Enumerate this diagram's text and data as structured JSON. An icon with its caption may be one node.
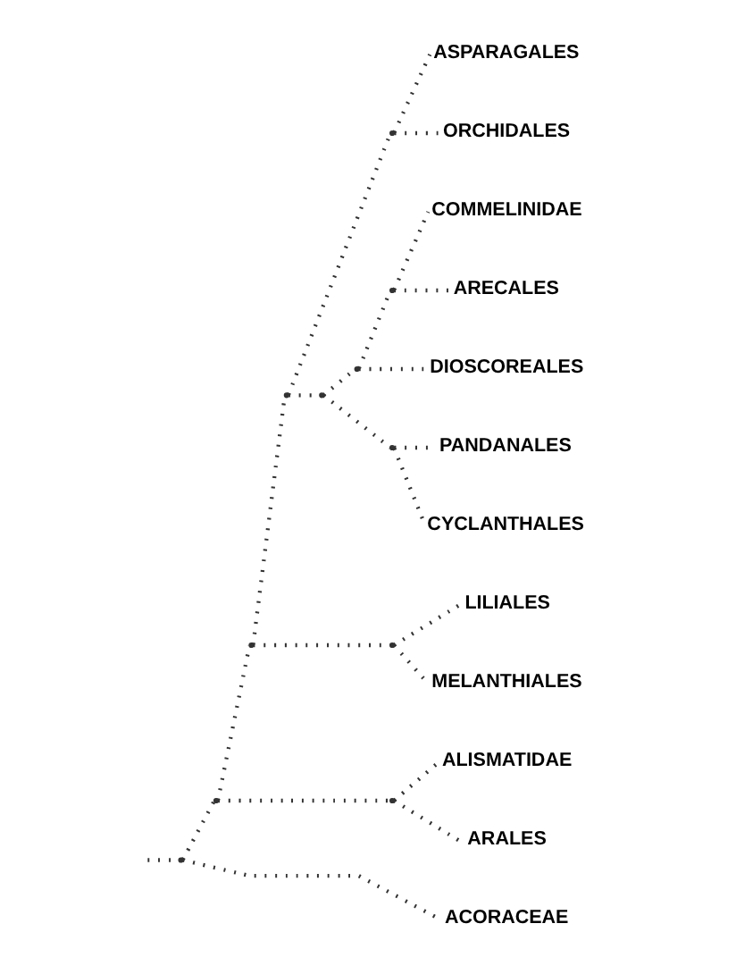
{
  "diagram": {
    "nodes": [
      {
        "text": [],
        "shape": "point"
      },
      {
        "text": [],
        "shape": "point"
      },
      {
        "text": [],
        "shape": "point"
      },
      {
        "text": [],
        "shape": "point"
      },
      {
        "text": [],
        "shape": "point"
      },
      {
        "text": [],
        "shape": "point"
      },
      {
        "text": [],
        "shape": "point"
      },
      {
        "text": [],
        "shape": "point"
      },
      {
        "text": [],
        "shape": "point"
      },
      {
        "text": [],
        "shape": "point"
      },
      {
        "text": [],
        "shape": "point"
      },
      {
        "text": [
          "ASPARAGALES"
        ]
      },
      {
        "text": [
          "ORCHIDALES"
        ]
      },
      {
        "text": [
          "COMMELINIDAE"
        ]
      },
      {
        "text": [
          "ARECALES"
        ]
      },
      {
        "text": [
          "DIOSCOREALES"
        ]
      },
      {
        "text": [
          "PANDANALES"
        ]
      },
      {
        "text": [
          "CYCLANTHALES"
        ]
      },
      {
        "text": [
          "LILIALES"
        ]
      },
      {
        "text": [
          "MELANTHIALES"
        ]
      },
      {
        "text": [
          "ALISMATIDAE"
        ]
      },
      {
        "text": [
          "ARALES"
        ]
      },
      {
        "text": [
          "ACORACEAE"
        ]
      }
    ],
    "edges": [
      {
        "from": null,
        "to": 0,
        "arrow": "none"
      },
      {
        "from": 0,
        "to": 1,
        "arrow": "none"
      },
      {
        "from": 1,
        "to": 2,
        "arrow": "none"
      },
      {
        "from": 2,
        "to": 3,
        "arrow": "none"
      },
      {
        "from": 3,
        "to": 6,
        "arrow": "none"
      },
      {
        "from": 6,
        "to": 11,
        "arrow": "none"
      },
      {
        "from": 6,
        "to": 12,
        "arrow": "none"
      },
      {
        "from": 3,
        "to": 4,
        "arrow": "none"
      },
      {
        "from": 4,
        "to": 5,
        "arrow": "none"
      },
      {
        "from": 5,
        "to": 7,
        "arrow": "none"
      },
      {
        "from": 7,
        "to": 13,
        "arrow": "none"
      },
      {
        "from": 7,
        "to": 14,
        "arrow": "none"
      },
      {
        "from": 5,
        "to": 15,
        "arrow": "none"
      },
      {
        "from": 4,
        "to": 8,
        "arrow": "none"
      },
      {
        "from": 8,
        "to": 16,
        "arrow": "none"
      },
      {
        "from": 8,
        "to": 17,
        "arrow": "none"
      },
      {
        "from": 2,
        "to": 9,
        "arrow": "none"
      },
      {
        "from": 9,
        "to": 18,
        "arrow": "none"
      },
      {
        "from": 9,
        "to": 19,
        "arrow": "none"
      },
      {
        "from": 1,
        "to": 10,
        "arrow": "none"
      },
      {
        "from": 10,
        "to": 20,
        "arrow": "none"
      },
      {
        "from": 10,
        "to": 21,
        "arrow": "none"
      },
      {
        "from": 0,
        "to": 22,
        "arrow": "none"
      }
    ]
  }
}
